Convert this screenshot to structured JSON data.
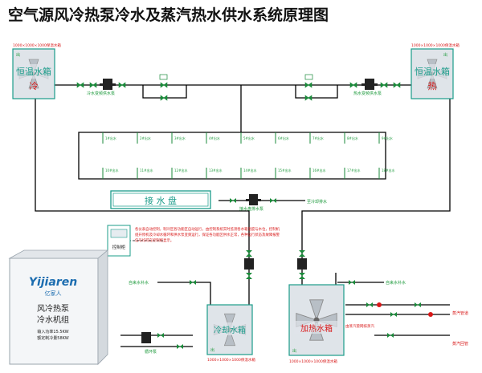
{
  "title": "空气源风冷热泵冷水及蒸汽热水供水系统原理图",
  "tanks": {
    "cold_top": {
      "label": "恒温水箱",
      "mark": "冷",
      "spec": "1000×1000×1000保温水箱"
    },
    "hot_top": {
      "label": "恒温水箱",
      "mark": "热",
      "spec": "1000×1000×1000保温水箱"
    },
    "cooling": {
      "label": "冷却水箱",
      "spec": "1000×1000×1000保温水箱"
    },
    "heating": {
      "label": "加热水箱",
      "spec": "1000×1000×1000保温水箱"
    }
  },
  "tank_corner_mark": "出",
  "labels": {
    "cold_pump": "冷水变频供水泵",
    "hot_pump": "热水变频供水泵",
    "drip_pump": "接水盘排水泵",
    "drip_outlet": "至冷却排水",
    "tap_left": "自来水补水",
    "tap_right": "自来水补水",
    "circ_pump": "循环泵",
    "steam_inlet": "由蒸汽管网排蒸汽",
    "steam_pipe": "蒸汽管道",
    "steam_drain": "蒸汽回管"
  },
  "drip_tray": "接 水 盘",
  "cabinet": {
    "title": "控制柜"
  },
  "notes": "各仪表自动控制，制冷区各功能区自动运行，由控制系统实时监测各水箱温度与水位，控制机组开停机及冷却水循环和供水泵变频运行，保证各功能区供水正常，各种运行状态及故障报警信号均可在控制柜显示。",
  "unit": {
    "brand": "Yijiaren",
    "brand_cn": "亿家人",
    "name1": "风冷热泵",
    "name2": "冷水机组",
    "spec1": "输入功率15.5KW",
    "spec2": "额定制冷量58KW"
  },
  "outlets_row1": [
    "1#出水",
    "2#出水",
    "3#出水",
    "4#出水",
    "5#出水",
    "6#出水",
    "7#出水",
    "8#出水",
    "9#出水"
  ],
  "outlets_row2": [
    "10#出水",
    "11#出水",
    "12#出水",
    "13#出水",
    "14#出水",
    "15#出水",
    "16#出水",
    "17#出水",
    "18#出水"
  ],
  "colors": {
    "pipe": "#000000",
    "valve": "#1a8a3a",
    "tank_border": "#1b9c8a",
    "tank_fill": "#dfe4e9",
    "text_green": "#1d9a3c",
    "red": "#d81818",
    "title": "#111111"
  }
}
